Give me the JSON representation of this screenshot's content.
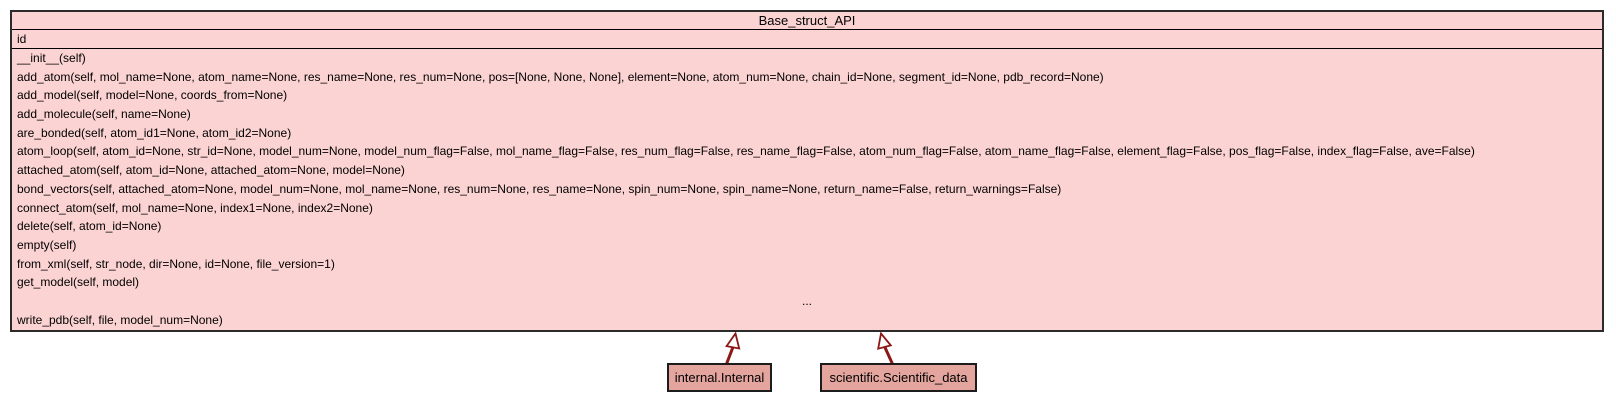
{
  "diagram": {
    "type": "uml-class-diagram",
    "colors": {
      "class_fill": "#fcd3d3",
      "subclass_fill": "#e3a59e",
      "box_border": "#2b2b2b",
      "separator": "#000000",
      "arrow": "#8c1717",
      "arrowhead_fill": "#ffffff",
      "background": "#ffffff",
      "text": "#000000"
    },
    "main_class": {
      "title": "Base_struct_API",
      "attributes": [
        "id"
      ],
      "methods": [
        "__init__(self)",
        "add_atom(self, mol_name=None, atom_name=None, res_name=None, res_num=None, pos=[None, None, None], element=None, atom_num=None, chain_id=None, segment_id=None, pdb_record=None)",
        "add_model(self, model=None, coords_from=None)",
        "add_molecule(self, name=None)",
        "are_bonded(self, atom_id1=None, atom_id2=None)",
        "atom_loop(self, atom_id=None, str_id=None, model_num=None, model_num_flag=False, mol_name_flag=False, res_num_flag=False, res_name_flag=False, atom_num_flag=False, atom_name_flag=False, element_flag=False, pos_flag=False, index_flag=False, ave=False)",
        "attached_atom(self, atom_id=None, attached_atom=None, model=None)",
        "bond_vectors(self, attached_atom=None, model_num=None, mol_name=None, res_num=None, res_name=None, spin_num=None, spin_name=None, return_name=False, return_warnings=False)",
        "connect_atom(self, mol_name=None, index1=None, index2=None)",
        "delete(self, atom_id=None)",
        "empty(self)",
        "from_xml(self, str_node, dir=None, id=None, file_version=1)",
        "get_model(self, model)",
        "...",
        "write_pdb(self, file, model_num=None)"
      ]
    },
    "subclasses": [
      {
        "label": "internal.Internal"
      },
      {
        "label": "scientific.Scientific_data"
      }
    ],
    "relations": [
      {
        "from": "internal.Internal",
        "to": "Base_struct_API",
        "type": "inheritance"
      },
      {
        "from": "scientific.Scientific_data",
        "to": "Base_struct_API",
        "type": "inheritance"
      }
    ]
  }
}
